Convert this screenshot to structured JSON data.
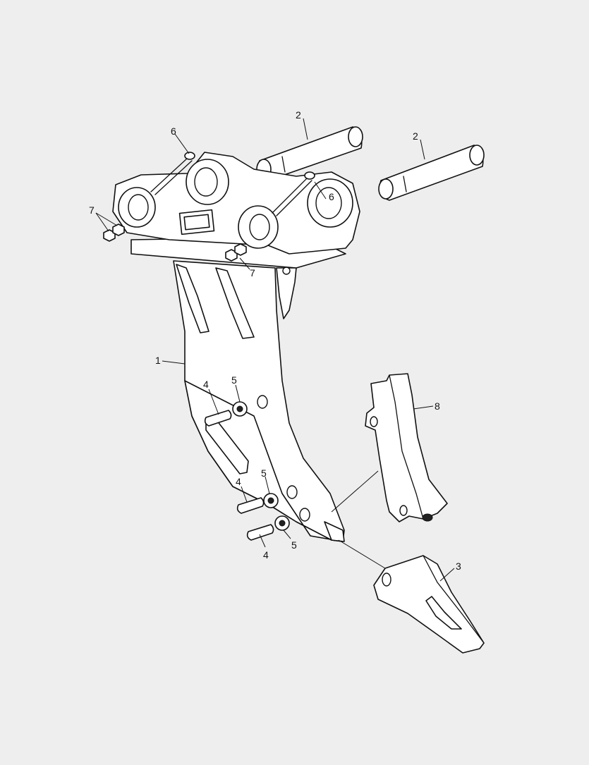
{
  "diagram": {
    "callouts": {
      "ripper_body": "1",
      "pin_a": "2",
      "pin_b": "2",
      "tooth": "3",
      "roll_pin_upper": "4",
      "roll_pin_mid": "4",
      "roll_pin_lower": "4",
      "washer_upper": "5",
      "washer_mid": "5",
      "washer_lower": "5",
      "bolt_left": "6",
      "bolt_right": "6",
      "nut_left": "7",
      "nut_right": "7",
      "shank_protector": "8"
    },
    "colors": {
      "background": "#eeeeee",
      "part_fill": "#ffffff",
      "outline": "#111111"
    }
  }
}
